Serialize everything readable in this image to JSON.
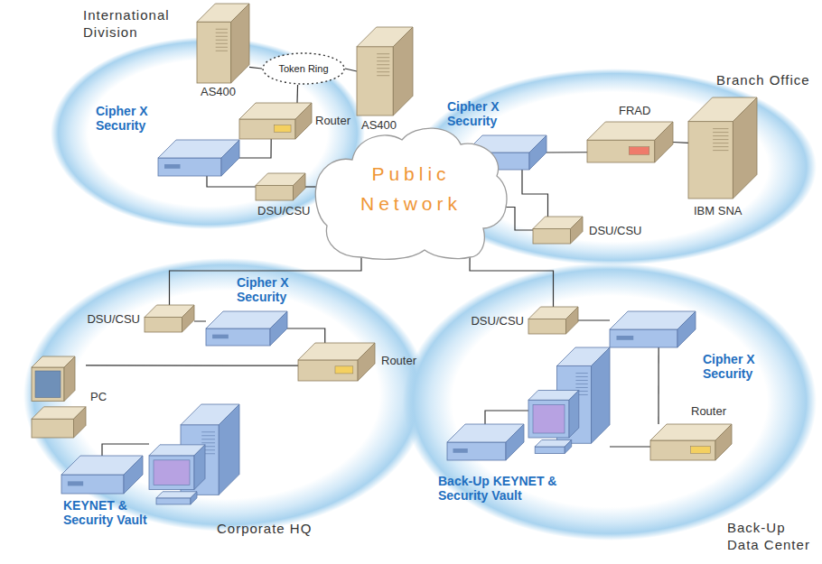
{
  "diagram": {
    "nodes": [
      {
        "text": [
          "International Division"
        ]
      },
      {
        "text": [
          "AS400"
        ],
        "in": 0
      },
      {
        "text": [
          "Token Ring"
        ],
        "in": 0
      },
      {
        "text": [
          "AS400"
        ],
        "in": 0
      },
      {
        "text": [
          "Router"
        ],
        "in": 0
      },
      {
        "text": [
          "Cipher X Security"
        ],
        "in": 0
      },
      {
        "text": [
          "DSU/CSU"
        ],
        "in": 0
      },
      {
        "text": [
          "Branch Office"
        ]
      },
      {
        "text": [
          "Cipher X Security"
        ],
        "in": 7
      },
      {
        "text": [
          "FRAD"
        ],
        "in": 7
      },
      {
        "text": [
          "IBM SNA"
        ],
        "in": 7
      },
      {
        "text": [
          "DSU/CSU"
        ],
        "in": 7
      },
      {
        "text": [
          "Public Network"
        ]
      },
      {
        "text": [
          "Corporate HQ"
        ]
      },
      {
        "text": [
          "DSU/CSU"
        ],
        "in": 13
      },
      {
        "text": [
          "Cipher X Security"
        ],
        "in": 13
      },
      {
        "text": [
          "Router"
        ],
        "in": 13
      },
      {
        "text": [
          "PC"
        ],
        "in": 13
      },
      {
        "text": [
          "KEYNET & Security Vault"
        ],
        "in": 13
      },
      {
        "text": [
          "Back-Up Data Center"
        ]
      },
      {
        "text": [
          "DSU/CSU"
        ],
        "in": 19
      },
      {
        "text": [
          "Cipher X Security"
        ],
        "in": 19
      },
      {
        "text": [
          "Router"
        ],
        "in": 19
      },
      {
        "text": [
          "Back-Up KEYNET & Security Vault"
        ],
        "in": 19
      }
    ],
    "edges": [
      {
        "from": 1,
        "to": 2,
        "arrow": "none"
      },
      {
        "from": 3,
        "to": 2,
        "arrow": "none"
      },
      {
        "from": 4,
        "to": 2,
        "arrow": "none"
      },
      {
        "from": 5,
        "to": 4,
        "arrow": "none"
      },
      {
        "from": 5,
        "to": 6,
        "arrow": "none"
      },
      {
        "from": 6,
        "to": 12,
        "arrow": "none"
      },
      {
        "from": 8,
        "to": 9,
        "arrow": "none"
      },
      {
        "from": 9,
        "to": 10,
        "arrow": "none"
      },
      {
        "from": 8,
        "to": 11,
        "arrow": "none"
      },
      {
        "from": 11,
        "to": 12,
        "arrow": "none"
      },
      {
        "from": 14,
        "to": 15,
        "arrow": "none"
      },
      {
        "from": 15,
        "to": 16,
        "arrow": "none"
      },
      {
        "from": 16,
        "to": 17,
        "arrow": "none"
      },
      {
        "from": 14,
        "to": 12,
        "arrow": "none"
      },
      {
        "from": 20,
        "to": 21,
        "arrow": "none"
      },
      {
        "from": 21,
        "to": 22,
        "arrow": "none"
      },
      {
        "from": 20,
        "to": 12,
        "arrow": "none"
      }
    ]
  }
}
